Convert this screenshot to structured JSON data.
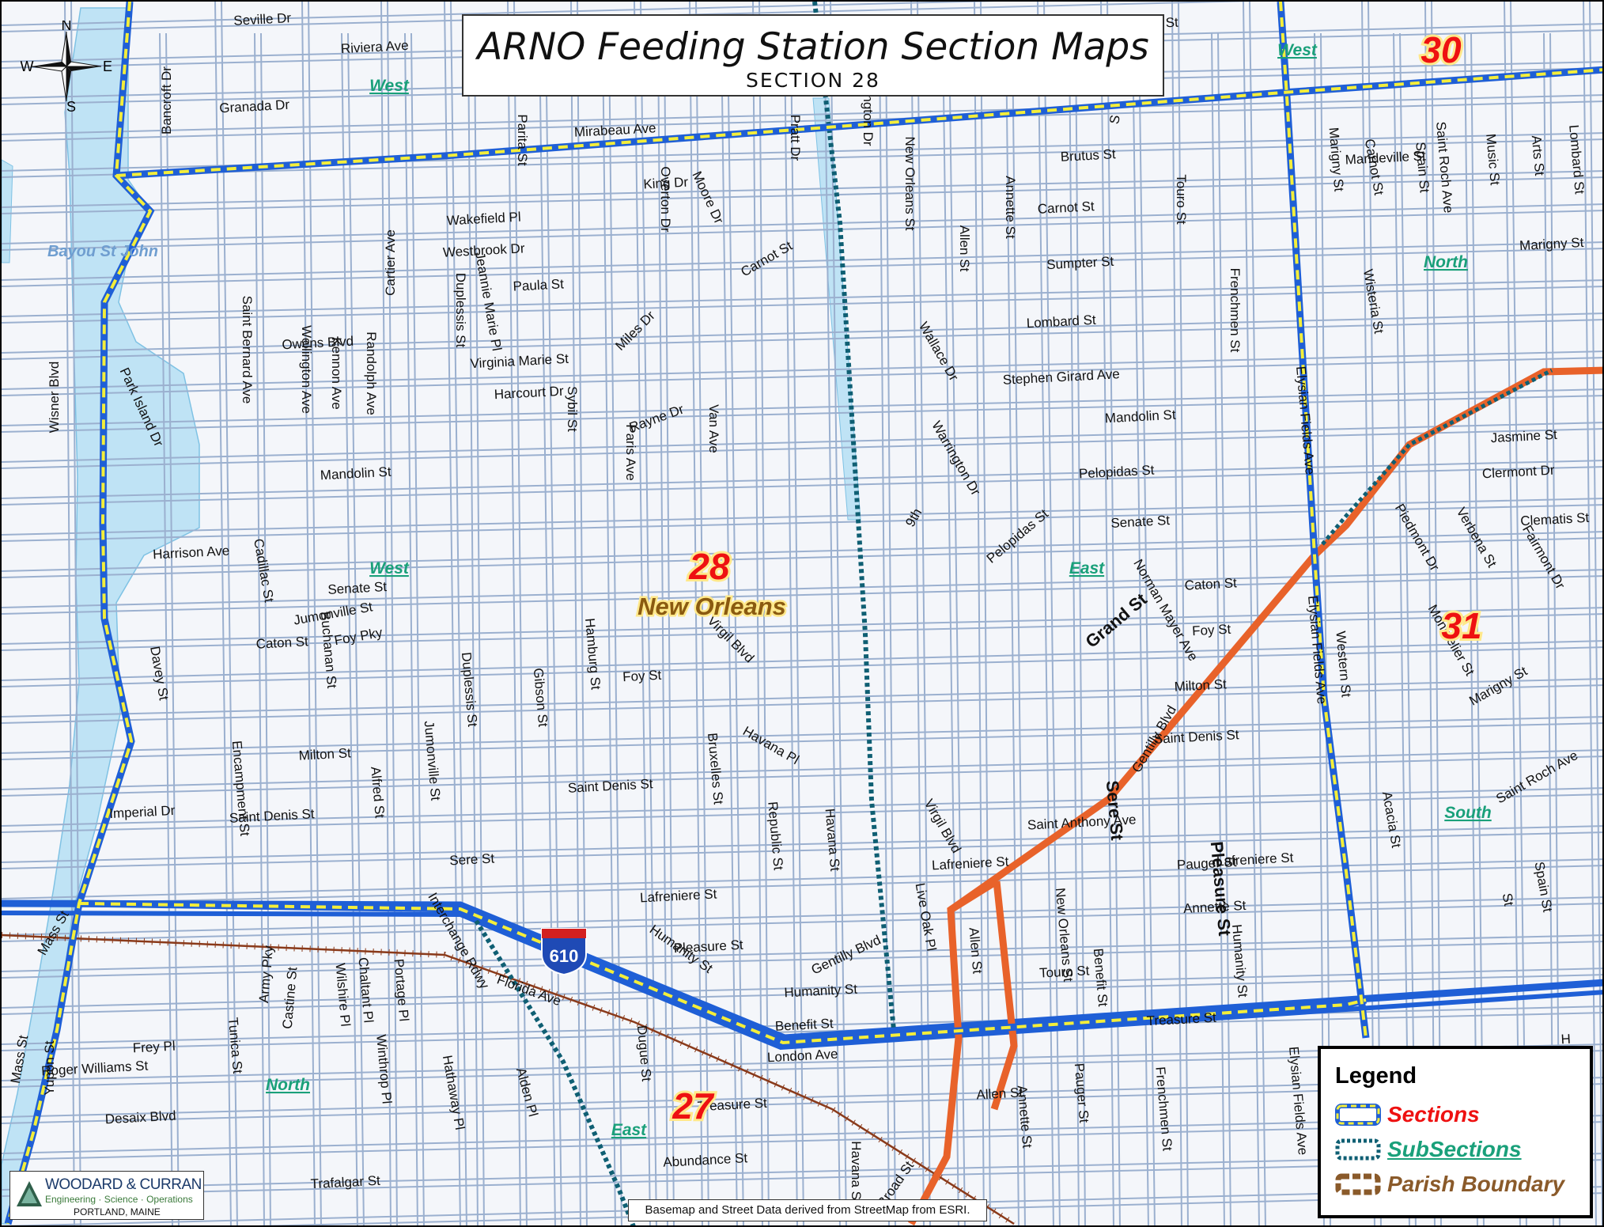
{
  "title": {
    "main": "ARNO Feeding Station Section Maps",
    "sub": "SECTION 28"
  },
  "compass": {
    "north": "N",
    "south": "S",
    "east": "E",
    "west": "W"
  },
  "sections": [
    {
      "number": "28"
    },
    {
      "number": "30"
    },
    {
      "number": "31"
    },
    {
      "number": "27"
    }
  ],
  "city_label": "New Orleans",
  "water_label": "Bayou St John",
  "highway_shield": "610",
  "subsection_labels": [
    {
      "text": "West"
    },
    {
      "text": "West"
    },
    {
      "text": "West"
    },
    {
      "text": "North"
    },
    {
      "text": "North"
    },
    {
      "text": "East"
    },
    {
      "text": "East"
    },
    {
      "text": "South"
    }
  ],
  "streets": [
    {
      "name": "Seville Dr"
    },
    {
      "name": "Riviera Ave"
    },
    {
      "name": "Granada Dr"
    },
    {
      "name": "Bancroft Dr"
    },
    {
      "name": "Mirabeau Ave"
    },
    {
      "name": "Pratt Dr"
    },
    {
      "name": "Parita St"
    },
    {
      "name": "Cartier Ave"
    },
    {
      "name": "King Dr"
    },
    {
      "name": "Wakefield Pl"
    },
    {
      "name": "Overton Dr"
    },
    {
      "name": "Moore Dr"
    },
    {
      "name": "Westbrook Dr"
    },
    {
      "name": "Carnot St"
    },
    {
      "name": "Paula St"
    },
    {
      "name": "Miles Dr"
    },
    {
      "name": "Owens Blvd"
    },
    {
      "name": "Duplessis St"
    },
    {
      "name": "Jeannie Marie Pl"
    },
    {
      "name": "Virginia Marie St"
    },
    {
      "name": "Harcourt Dr"
    },
    {
      "name": "Saint Bernard Ave"
    },
    {
      "name": "Wellington Ave"
    },
    {
      "name": "Kennon Ave"
    },
    {
      "name": "Randolph Ave"
    },
    {
      "name": "Sybil St"
    },
    {
      "name": "Rayne Dr"
    },
    {
      "name": "Van Ave"
    },
    {
      "name": "Wisner Blvd"
    },
    {
      "name": "Park Island Dr"
    },
    {
      "name": "Mandolin St"
    },
    {
      "name": "Paris Ave"
    },
    {
      "name": "Harrison Ave"
    },
    {
      "name": "Senate St"
    },
    {
      "name": "Cadillac St"
    },
    {
      "name": "Jumonville St"
    },
    {
      "name": "Caton St"
    },
    {
      "name": "Foy Pky"
    },
    {
      "name": "Davey St"
    },
    {
      "name": "Buchanan St"
    },
    {
      "name": "Hamburg St"
    },
    {
      "name": "Foy St"
    },
    {
      "name": "Virgil Blvd"
    },
    {
      "name": "Duplessis St"
    },
    {
      "name": "Gibson St"
    },
    {
      "name": "Milton St"
    },
    {
      "name": "Jumonville St"
    },
    {
      "name": "Alfred St"
    },
    {
      "name": "Imperial Dr"
    },
    {
      "name": "Encampment St"
    },
    {
      "name": "Saint Denis St"
    },
    {
      "name": "Saint Denis St"
    },
    {
      "name": "Bruxelles St"
    },
    {
      "name": "Havana Pl"
    },
    {
      "name": "Sere St"
    },
    {
      "name": "Republic St"
    },
    {
      "name": "Havana St"
    },
    {
      "name": "Lafreniere St"
    },
    {
      "name": "Mass St"
    },
    {
      "name": "Interchange Rdwy"
    },
    {
      "name": "Pleasure St"
    },
    {
      "name": "Humanity St"
    },
    {
      "name": "Gentilly Blvd"
    },
    {
      "name": "Live Oak Pl"
    },
    {
      "name": "Humanity St"
    },
    {
      "name": "Army Pky"
    },
    {
      "name": "Castine St"
    },
    {
      "name": "Wilshire Pl"
    },
    {
      "name": "Chaltant Pl"
    },
    {
      "name": "Portage Pl"
    },
    {
      "name": "Florida Ave"
    },
    {
      "name": "Frey Pl"
    },
    {
      "name": "Roger Williams St"
    },
    {
      "name": "Tunica St"
    },
    {
      "name": "Winthrop Pl"
    },
    {
      "name": "Hathaway Pl"
    },
    {
      "name": "Alden Pl"
    },
    {
      "name": "Dugue St"
    },
    {
      "name": "Benefit St"
    },
    {
      "name": "London Ave"
    },
    {
      "name": "Treasure St"
    },
    {
      "name": "Desaix Blvd"
    },
    {
      "name": "Yupon St"
    },
    {
      "name": "Mass St"
    },
    {
      "name": "Abundance St"
    },
    {
      "name": "Havana St"
    },
    {
      "name": "Trafalgar St"
    },
    {
      "name": "N Broad St"
    },
    {
      "name": "Warrington Dr"
    },
    {
      "name": "Brutus St"
    },
    {
      "name": "New Orleans St"
    },
    {
      "name": "Allen St"
    },
    {
      "name": "Annette St"
    },
    {
      "name": "Carnot St"
    },
    {
      "name": "Touro St"
    },
    {
      "name": "Sumpter St"
    },
    {
      "name": "Frenchmen St"
    },
    {
      "name": "Lombard St"
    },
    {
      "name": "Wallace Dr"
    },
    {
      "name": "Stephen Girard Ave"
    },
    {
      "name": "Mandolin St"
    },
    {
      "name": "Warrington Dr"
    },
    {
      "name": "9th"
    },
    {
      "name": "Pelopidas St"
    },
    {
      "name": "Pelopidas St"
    },
    {
      "name": "Senate St"
    },
    {
      "name": "Grand St"
    },
    {
      "name": "Norman Mayer Ave"
    },
    {
      "name": "Caton St"
    },
    {
      "name": "Foy St"
    },
    {
      "name": "Milton St"
    },
    {
      "name": "Gentilly Blvd"
    },
    {
      "name": "Saint Denis St"
    },
    {
      "name": "Virgil Blvd"
    },
    {
      "name": "Saint Anthony Ave"
    },
    {
      "name": "Sere St"
    },
    {
      "name": "Pauger St"
    },
    {
      "name": "Lafreniere St"
    },
    {
      "name": "Lafreniere St"
    },
    {
      "name": "New Orleans St"
    },
    {
      "name": "Allen St"
    },
    {
      "name": "Annette St"
    },
    {
      "name": "Pleasure St"
    },
    {
      "name": "Touro St"
    },
    {
      "name": "Humanity St"
    },
    {
      "name": "Benefit St"
    },
    {
      "name": "Treasure St"
    },
    {
      "name": "Allen St"
    },
    {
      "name": "Annette St"
    },
    {
      "name": "Pauger St"
    },
    {
      "name": "Frenchmen St"
    },
    {
      "name": "Elysian Fields Ave"
    },
    {
      "name": "Elysian Fields Ave"
    },
    {
      "name": "Elysian Fields Ave"
    },
    {
      "name": "Western St"
    },
    {
      "name": "Marigny St"
    },
    {
      "name": "Carnot St"
    },
    {
      "name": "Mandeville St"
    },
    {
      "name": "Spain St"
    },
    {
      "name": "Saint Roch Ave"
    },
    {
      "name": "Music St"
    },
    {
      "name": "Arts St"
    },
    {
      "name": "Lombard St"
    },
    {
      "name": "Marigny St"
    },
    {
      "name": "Wisteria St"
    },
    {
      "name": "Jasmine St"
    },
    {
      "name": "Clermont Dr"
    },
    {
      "name": "Piedmont Dr"
    },
    {
      "name": "Verbena St"
    },
    {
      "name": "Clematis St"
    },
    {
      "name": "Fairmont Dr"
    },
    {
      "name": "Montpelier St"
    },
    {
      "name": "Marigny St"
    },
    {
      "name": "Acacia St"
    },
    {
      "name": "Saint Roch Ave"
    },
    {
      "name": "Spain St"
    },
    {
      "name": "St"
    },
    {
      "name": "St"
    },
    {
      "name": "S"
    },
    {
      "name": "H"
    }
  ],
  "legend": {
    "title": "Legend",
    "items": [
      {
        "label": "Sections",
        "color": "#ee1111"
      },
      {
        "label": "SubSections",
        "color": "#1aa07a"
      },
      {
        "label": "Parish Boundary",
        "color": "#8a5a2a"
      }
    ]
  },
  "credit": "Basemap and Street Data derived from StreetMap from ESRI.",
  "logo": {
    "name": "WOODARD & CURRAN",
    "tagline": "Engineering · Science · Operations",
    "city": "PORTLAND, MAINE"
  },
  "colors": {
    "section_blue": "#1f5fd6",
    "section_yellow": "#f4ee3a",
    "subsection_teal": "#0f5f73",
    "parish_orange": "#e8622a",
    "water": "#bfe3f5",
    "street": "#9bb0cf",
    "railroad": "#8a3a1a"
  }
}
